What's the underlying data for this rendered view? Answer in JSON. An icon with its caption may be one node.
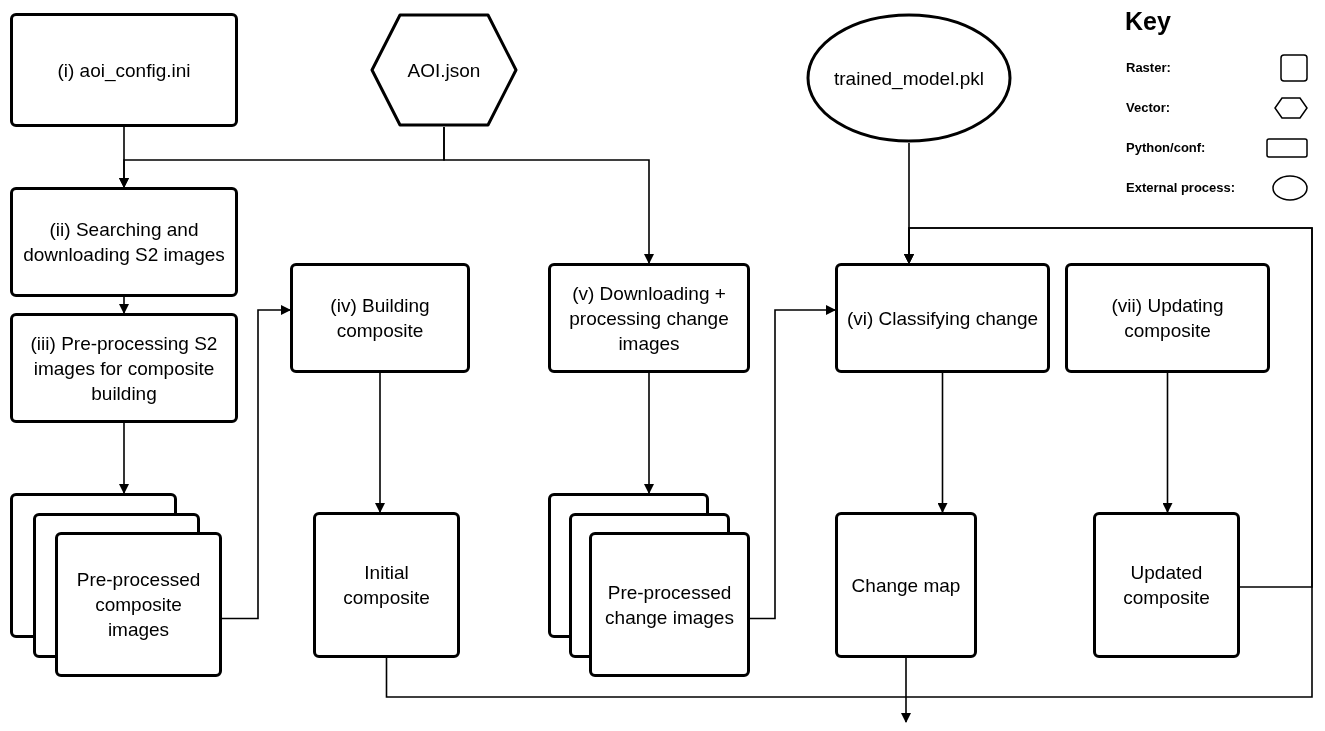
{
  "diagram": {
    "nodes": [
      {
        "text": [
          "(i) aoi_config.ini"
        ]
      },
      {
        "text": [
          "AOI.json"
        ]
      },
      {
        "text": [
          "trained_model.pkl"
        ]
      },
      {
        "text": [
          "(ii) Searching and downloading S2 images"
        ]
      },
      {
        "text": [
          "(iii) Pre-processing S2 images for composite building"
        ]
      },
      {
        "text": [
          "Pre-processed composite images"
        ]
      },
      {
        "text": [
          "(iv) Building composite"
        ]
      },
      {
        "text": [
          "Initial composite"
        ]
      },
      {
        "text": [
          "(v) Downloading + processing change images"
        ]
      },
      {
        "text": [
          "Pre-processed change images"
        ]
      },
      {
        "text": [
          "(vi) Classifying change"
        ]
      },
      {
        "text": [
          "Change map"
        ]
      },
      {
        "text": [
          "(vii) Updating composite"
        ]
      },
      {
        "text": [
          "Updated composite"
        ]
      }
    ],
    "edges": [
      {
        "from": 0,
        "to": 3,
        "arrow": "to"
      },
      {
        "from": 1,
        "to": 3,
        "arrow": "to"
      },
      {
        "from": 1,
        "to": 8,
        "arrow": "to"
      },
      {
        "from": 3,
        "to": 4,
        "arrow": "to"
      },
      {
        "from": 4,
        "to": 5,
        "arrow": "to"
      },
      {
        "from": 5,
        "to": 6,
        "arrow": "to"
      },
      {
        "from": 6,
        "to": 7,
        "arrow": "to"
      },
      {
        "from": 8,
        "to": 9,
        "arrow": "to"
      },
      {
        "from": 9,
        "to": 10,
        "arrow": "to"
      },
      {
        "from": 2,
        "to": 10,
        "arrow": "to"
      },
      {
        "from": 7,
        "to": 10,
        "arrow": "to"
      },
      {
        "from": 13,
        "to": 10,
        "arrow": "to"
      },
      {
        "from": 11,
        "to": null,
        "arrow": "to"
      },
      {
        "from": 10,
        "to": 11,
        "arrow": "to"
      },
      {
        "from": 12,
        "to": 13,
        "arrow": "to"
      }
    ],
    "labels": [
      "Key"
    ],
    "legend": [
      {
        "text": "Raster:"
      },
      {
        "text": "Vector:"
      },
      {
        "text": "Python/conf:"
      },
      {
        "text": "External process:"
      }
    ]
  }
}
